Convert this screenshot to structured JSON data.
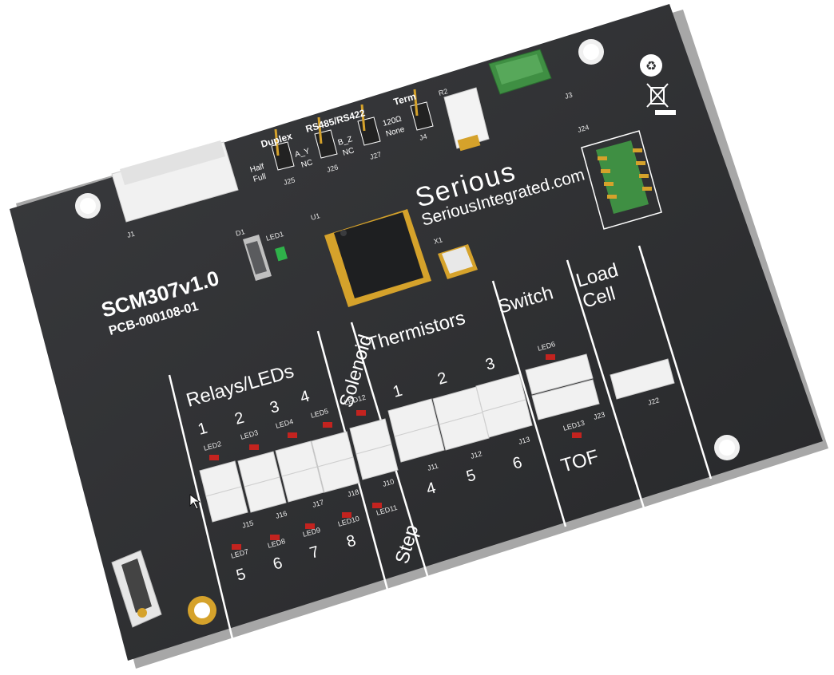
{
  "board": {
    "name": "SCM307v1.0",
    "part_number": "PCB-000108-01",
    "website": "SeriousIntegrated.com",
    "brand": "Serious",
    "colors": {
      "pcb": "#2d2e30",
      "pcb_edge": "#bdbdbd",
      "silkscreen": "#ffffff",
      "connector": "#f1f1f1",
      "led_red": "#c3231f",
      "led_green": "#2fb24a",
      "gold": "#d5a22b",
      "usb_green": "#3f8f43"
    }
  },
  "header_labels": {
    "duplex": "Duplex",
    "half": "Half",
    "full": "Full",
    "rs485": "RS485/RS422",
    "a_y": "A_Y",
    "b_z": "B_Z",
    "nc1": "NC",
    "nc2": "NC",
    "term": "Term",
    "ohm": "120Ω",
    "none": "None"
  },
  "sections": {
    "relays": "Relays/LEDs",
    "solenoid": "Solenoid",
    "thermistors": "Thermistors",
    "switch": "Switch",
    "load": "Load",
    "cell": "Cell",
    "step": "Step",
    "tof": "TOF"
  },
  "numbers": {
    "r1": "1",
    "r2": "2",
    "r3": "3",
    "r4": "4",
    "r5": "5",
    "r6": "6",
    "r7": "7",
    "r8": "8",
    "t1": "1",
    "t2": "2",
    "t3": "3",
    "t4": "4",
    "t5": "5",
    "t6": "6"
  },
  "refdes": {
    "j1": "J1",
    "j3": "J3",
    "j4": "J4",
    "j10": "J10",
    "j11": "J11",
    "j12": "J12",
    "j13": "J13",
    "j15": "J15",
    "j16": "J16",
    "j17": "J17",
    "j18": "J18",
    "j22": "J22",
    "j23": "J23",
    "j24": "J24",
    "j25": "J25",
    "j26": "J26",
    "j27": "J27",
    "r2": "R2",
    "u1": "U1",
    "x1": "X1",
    "d1": "D1",
    "led1": "LED1",
    "led2": "LED2",
    "led3": "LED3",
    "led4": "LED4",
    "led5": "LED5",
    "led6": "LED6",
    "led7": "LED7",
    "led8": "LED8",
    "led9": "LED9",
    "led10": "LED10",
    "led11": "LED11",
    "led12": "LED12",
    "led13": "LED13"
  }
}
